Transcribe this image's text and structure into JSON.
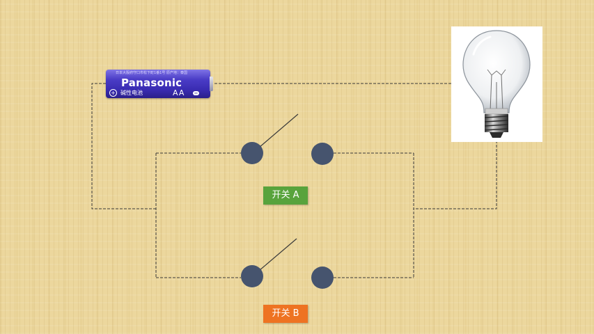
{
  "battery": {
    "fine_print": "日本大阪府守口市松下町1番1号  原产地：泰国",
    "brand": "Panasonic",
    "plus_symbol": "+",
    "type_text": "碱性电池",
    "size": "AA",
    "minus_symbol": "−"
  },
  "switch_a": {
    "label": "开关 A"
  },
  "switch_b": {
    "label": "开关 B"
  },
  "colors": {
    "switch_terminal": "#46546e",
    "switch_a_label_bg": "#58a33c",
    "switch_b_label_bg": "#ee7322",
    "wire": "#3a3a3a"
  }
}
